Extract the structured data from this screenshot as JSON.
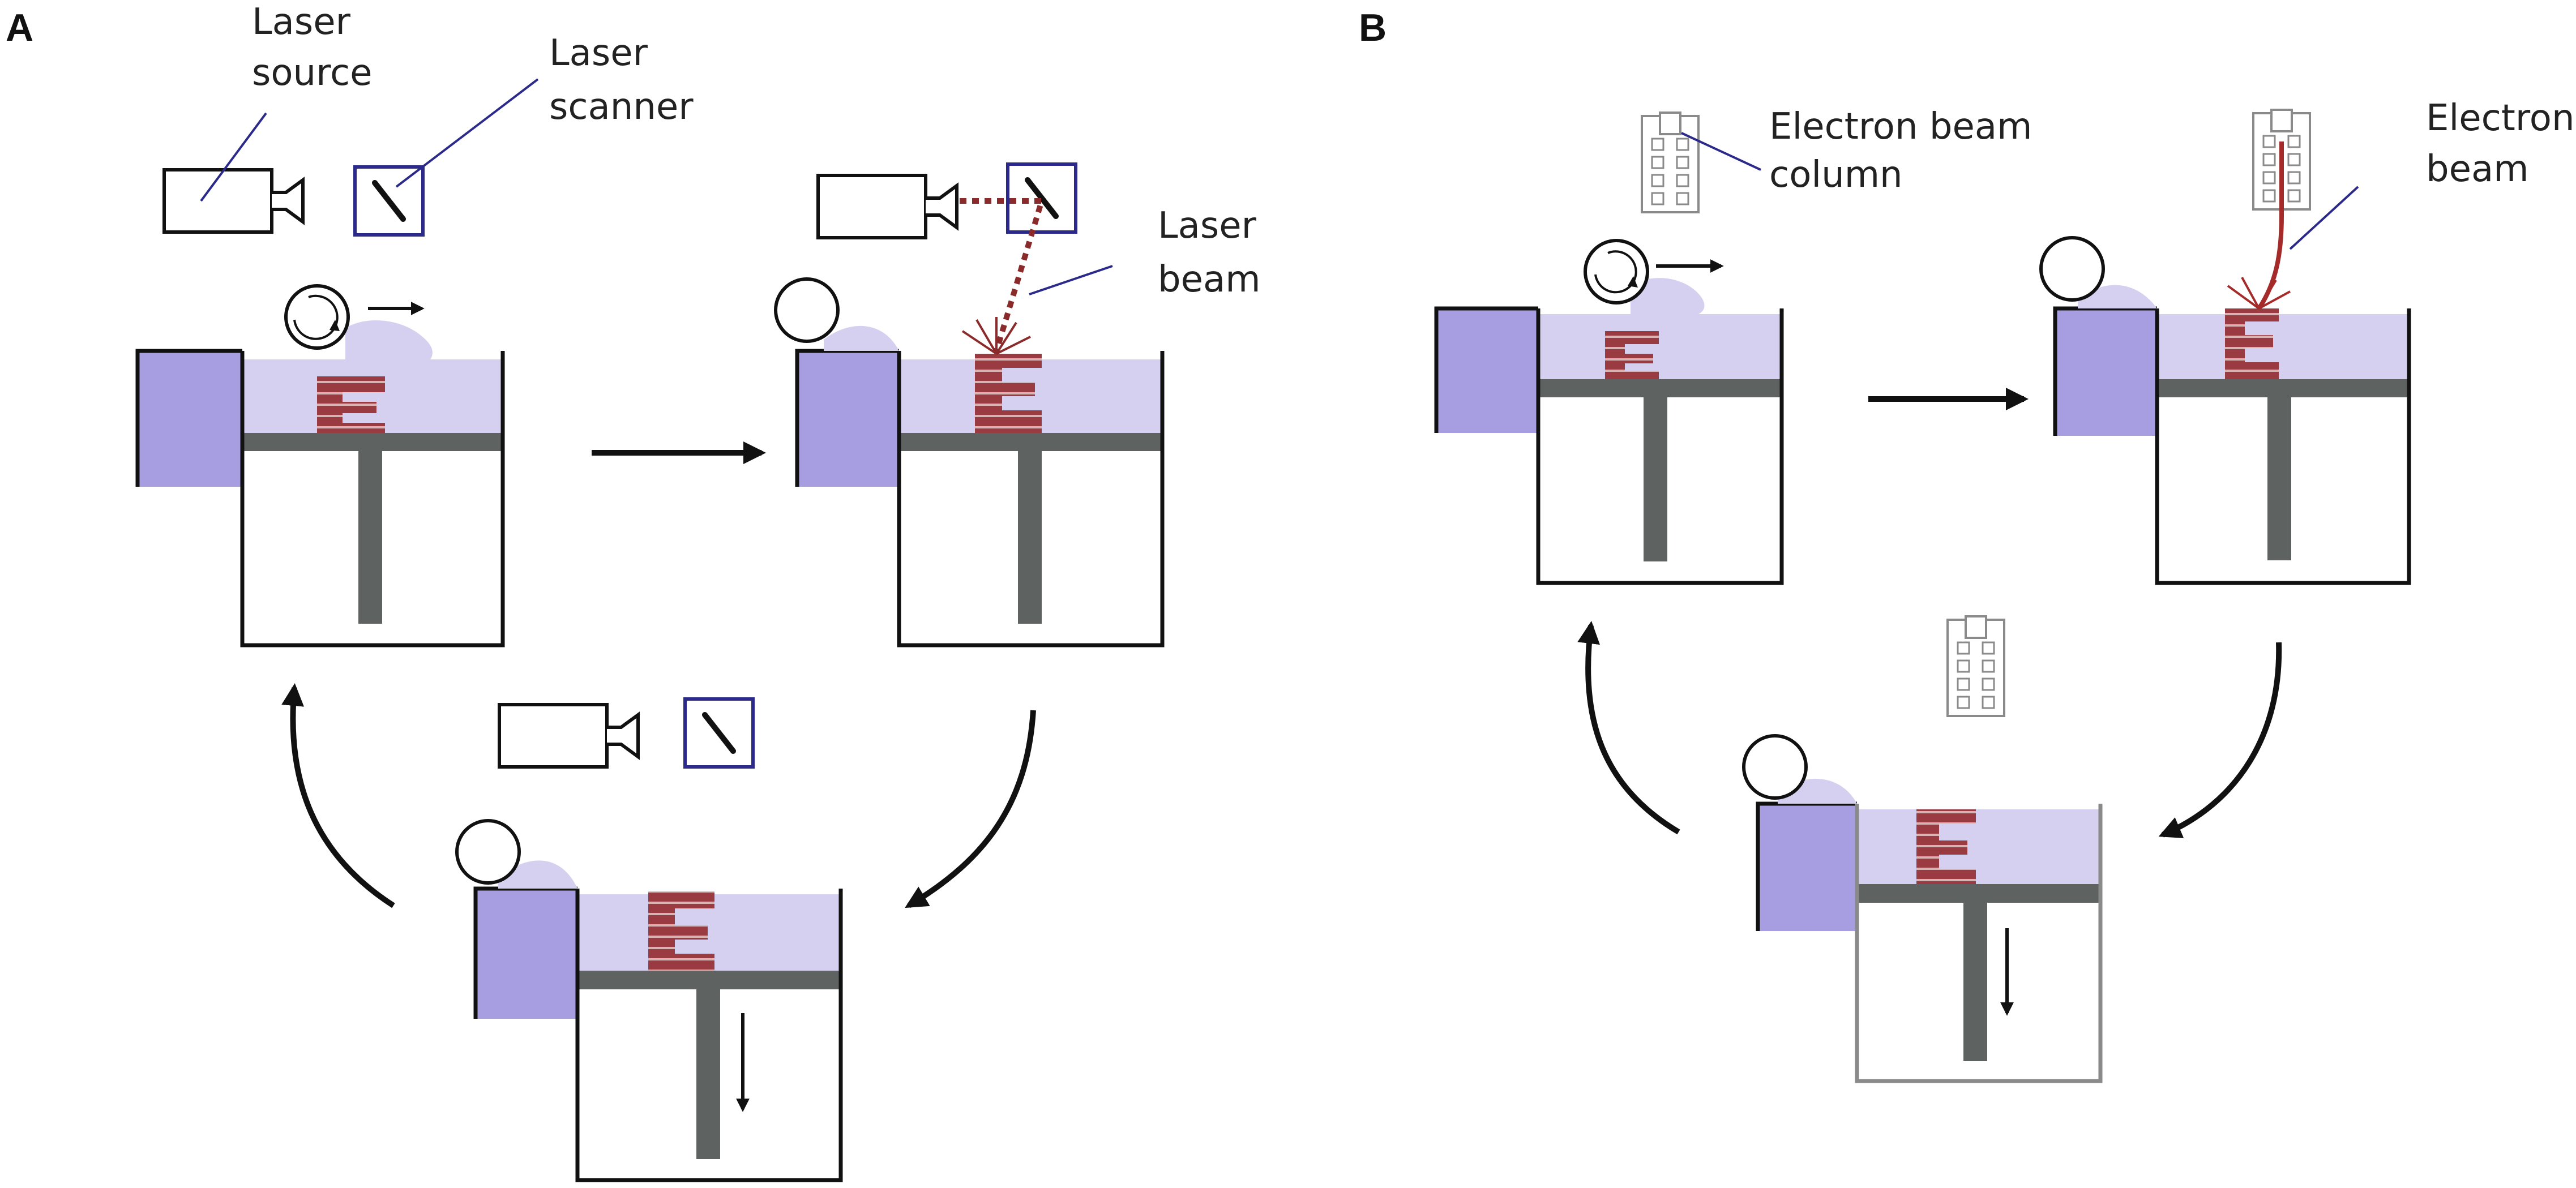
{
  "panels": {
    "a": {
      "letter": "A",
      "labels": {
        "laser_source_1": "Laser",
        "laser_source_2": "source",
        "laser_scanner_1": "Laser",
        "laser_scanner_2": "scanner",
        "laser_beam_1": "Laser",
        "laser_beam_2": "beam"
      }
    },
    "b": {
      "letter": "B",
      "labels": {
        "column_1": "Electron beam",
        "column_2": "column",
        "beam_1": "Electron",
        "beam_2": "beam"
      }
    }
  },
  "colors": {
    "powder": "#d5d0f0",
    "hopper": "#a79ee2",
    "platform": "#5e6362",
    "part": "#9a3b42",
    "part_stripe": "#d9b3b3",
    "outline": "#111111",
    "scanner_frame": "#2b2a8a",
    "leader_line": "#2b2a8a",
    "laser_beam": "#8a2a2a",
    "electron_beam": "#a52a2a",
    "electron_column": "#8a8a8a"
  },
  "icons": {
    "laser_source": "camera-icon",
    "laser_scanner": "mirror-icon",
    "recoater": "roller-icon",
    "electron_column": "electron-column-icon"
  }
}
